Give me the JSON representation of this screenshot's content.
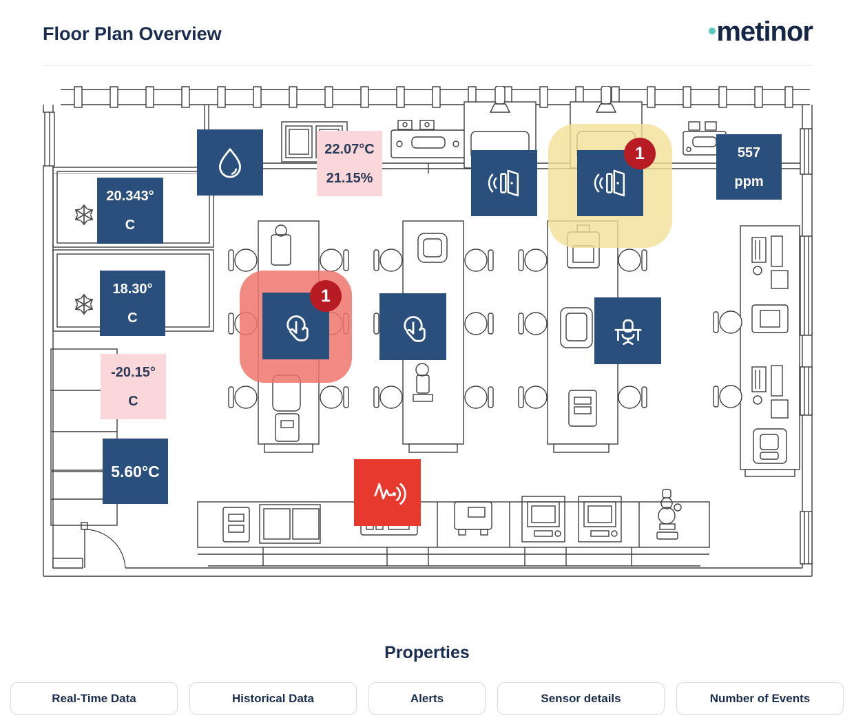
{
  "header": {
    "title": "Floor Plan Overview",
    "brand": "metinor"
  },
  "floorplan": {
    "sensors": {
      "water_leak": {
        "icon": "water-drop-icon"
      },
      "temp_humidity": {
        "line1": "22.07°C",
        "line2": "21.15%"
      },
      "door_1": {
        "icon": "door-open-icon"
      },
      "door_2": {
        "icon": "door-open-icon",
        "badge": "1"
      },
      "co2": {
        "line1": "557",
        "line2": "ppm"
      },
      "freezer_1": {
        "line1": "20.343°",
        "line2": "C"
      },
      "freezer_2": {
        "line1": "18.30°",
        "line2": "C"
      },
      "freezer_3": {
        "line1": "-20.15°",
        "line2": "C"
      },
      "freezer_4": {
        "line1": "5.60°C"
      },
      "touch_1": {
        "icon": "touch-tap-icon",
        "badge": "1"
      },
      "touch_2": {
        "icon": "touch-tap-icon"
      },
      "occupancy": {
        "icon": "desk-chair-icon"
      },
      "vibration": {
        "icon": "vibration-icon"
      }
    },
    "decor_icons": [
      "snowflake-icon",
      "snowflake-icon"
    ],
    "colors": {
      "tile_navy": "#2a4f7c",
      "tile_pink": "#f9d7da",
      "tile_red": "#e8392e",
      "badge_red": "#b71c24",
      "highlight_yellow": "#f3e096",
      "highlight_red": "#ee766c",
      "brand_teal": "#58cbba",
      "text_navy": "#1b2d4f"
    }
  },
  "properties": {
    "heading": "Properties",
    "buttons": [
      "Real-Time Data",
      "Historical Data",
      "Alerts",
      "Sensor details",
      "Number of Events"
    ]
  }
}
